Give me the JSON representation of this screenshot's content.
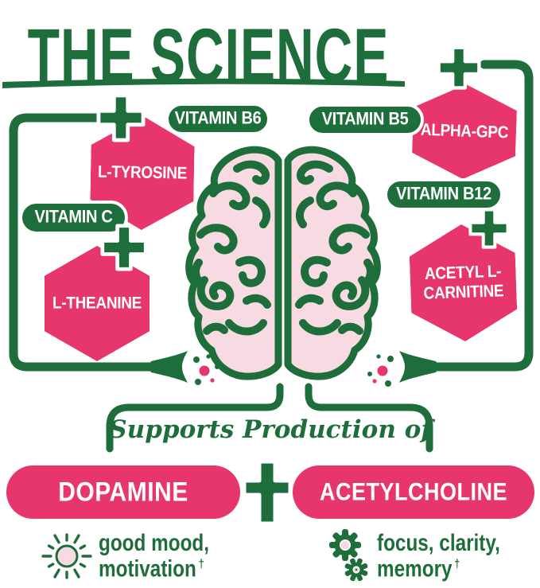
{
  "title": "THE SCIENCE",
  "colors": {
    "green": "#1E6E3C",
    "pink": "#E7366C",
    "light_pink": "#F8DAE3",
    "badge_text": "#FFFFFF",
    "background": "#FFFFFF"
  },
  "ingredients": {
    "left": {
      "vitamin_b6": "VITAMIN B6",
      "l_tyrosine": "L-TYROSINE",
      "vitamin_c": "VITAMIN C",
      "l_theanine": "L-THEANINE"
    },
    "right": {
      "vitamin_b5": "VITAMIN B5",
      "alpha_gpc": "ALPHA-GPC",
      "vitamin_b12": "VITAMIN B12",
      "acetyl_l_carnitine_line1": "ACETYL L-",
      "acetyl_l_carnitine_line2": "CARNITINE"
    }
  },
  "production": {
    "heading": "Supports Production of",
    "left_result": "DOPAMINE",
    "right_result": "ACETYLCHOLINE"
  },
  "benefits": [
    {
      "icon": "sun-icon",
      "line1": "good mood,",
      "line2": "motivation",
      "dagger": "†"
    },
    {
      "icon": "gears-icon",
      "line1": "focus, clarity,",
      "line2": "memory",
      "dagger": "†"
    }
  ],
  "icons": {
    "connector": "plus-icon",
    "synapse_terminals": "synapse-terminal-icon",
    "center_illustration": "brain-illustration"
  }
}
